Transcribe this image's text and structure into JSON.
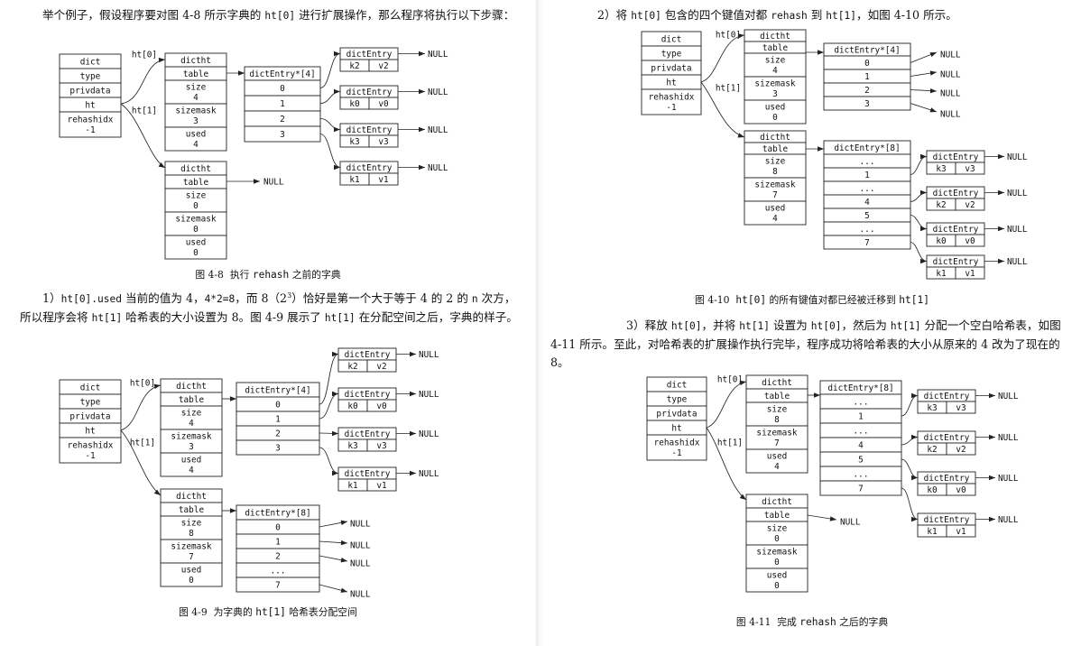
{
  "left_page": {
    "intro": {
      "t1": "举个例子，假设程序要对图 4-8 所示字典的 ",
      "c1": "ht[0]",
      "t2": " 进行扩展操作，那么程序将执行以下步骤："
    },
    "fig_4_8_caption": {
      "num": "图 4-8",
      "t1": "执行 ",
      "c1": "rehash",
      "t2": " 之前的字典"
    },
    "step1": {
      "t1": "1）",
      "c1": "ht[0].used",
      "t2": " 当前的值为 4，",
      "c2": "4*2=8",
      "t3": "，而 8（2",
      "sup": "3",
      "t4": "）恰好是第一个大于等于 4 的 2 的 ",
      "c3": "n",
      "t5": " 次方，所以程序会将 ",
      "c4": "ht[1]",
      "t6": " 哈希表的大小设置为 8。图 4-9 展示了 ",
      "c5": "ht[1]",
      "t7": " 在分配空间之后，字典的样子。"
    },
    "fig_4_9_caption": {
      "num": "图 4-9",
      "t1": "为字典的 ",
      "c1": "ht[1]",
      "t2": " 哈希表分配空间"
    }
  },
  "right_page": {
    "step2": {
      "t1": "2）将 ",
      "c1": "ht[0]",
      "t2": " 包含的四个键值对都 ",
      "c2": "rehash",
      "t3": " 到 ",
      "c3": "ht[1]",
      "t4": "，如图 4-10 所示。"
    },
    "fig_4_10_caption": {
      "num": "图 4-10",
      "c1": "ht[0]",
      "t1": " 的所有键值对都已经被迁移到 ",
      "c2": "ht[1]"
    },
    "step3": {
      "t1": "3）释放 ",
      "c1": "ht[0]",
      "t2": "，并将 ",
      "c2": "ht[1]",
      "t3": " 设置为 ",
      "c3": "ht[0]",
      "t4": "，然后为 ",
      "c4": "ht[1]",
      "t5": " 分配一个空白哈希表，如图 4-11 所示。至此，对哈希表的扩展操作执行完毕，程序成功将哈希表的大小从原来的 4 改为了现在的 8。"
    },
    "fig_4_11_caption": {
      "num": "图 4-11",
      "t1": "完成 ",
      "c1": "rehash",
      "t2": " 之后的字典"
    }
  },
  "diagrams": {
    "fig_4_8": {
      "dict": [
        "dict",
        "type",
        "privdata",
        "ht",
        "rehashidx\n-1"
      ],
      "ht_labels": [
        "ht[0]",
        "ht[1]"
      ],
      "ht0": [
        "dictht",
        "table",
        "size\n4",
        "sizemask\n3",
        "used\n4"
      ],
      "ht1": [
        "dictht",
        "table",
        "size\n0",
        "sizemask\n0",
        "used\n0"
      ],
      "ht0_table_header": "dictEntry*[4]",
      "ht0_slots": [
        "0",
        "1",
        "2",
        "3"
      ],
      "ht0_entries": [
        [
          "k2",
          "v2"
        ],
        [
          "k0",
          "v0"
        ],
        [
          "k3",
          "v3"
        ],
        [
          "k1",
          "v1"
        ]
      ],
      "ht1_table": "NULL",
      "entry_title": "dictEntry",
      "null": "NULL"
    },
    "fig_4_9": {
      "dict": [
        "dict",
        "type",
        "privdata",
        "ht",
        "rehashidx\n-1"
      ],
      "ht_labels": [
        "ht[0]",
        "ht[1]"
      ],
      "ht0": [
        "dictht",
        "table",
        "size\n4",
        "sizemask\n3",
        "used\n4"
      ],
      "ht1": [
        "dictht",
        "table",
        "size\n8",
        "sizemask\n7",
        "used\n0"
      ],
      "ht0_table_header": "dictEntry*[4]",
      "ht0_slots": [
        "0",
        "1",
        "2",
        "3"
      ],
      "ht0_entries": [
        [
          "k2",
          "v2"
        ],
        [
          "k0",
          "v0"
        ],
        [
          "k3",
          "v3"
        ],
        [
          "k1",
          "v1"
        ]
      ],
      "ht1_table_header": "dictEntry*[8]",
      "ht1_slots": [
        "0",
        "1",
        "2",
        "...",
        "7"
      ],
      "entry_title": "dictEntry",
      "null": "NULL"
    },
    "fig_4_10": {
      "dict": [
        "dict",
        "type",
        "privdata",
        "ht",
        "rehashidx\n-1"
      ],
      "ht_labels": [
        "ht[0]",
        "ht[1]"
      ],
      "ht0": [
        "dictht",
        "table",
        "size\n4",
        "sizemask\n3",
        "used\n0"
      ],
      "ht1": [
        "dictht",
        "table",
        "size\n8",
        "sizemask\n7",
        "used\n4"
      ],
      "ht0_table_header": "dictEntry*[4]",
      "ht0_slots": [
        "0",
        "1",
        "2",
        "3"
      ],
      "ht1_table_header": "dictEntry*[8]",
      "ht1_slots": [
        "...",
        "1",
        "...",
        "4",
        "5",
        "...",
        "7"
      ],
      "ht1_entries": [
        [
          "k3",
          "v3"
        ],
        [
          "k2",
          "v2"
        ],
        [
          "k0",
          "v0"
        ],
        [
          "k1",
          "v1"
        ]
      ],
      "entry_title": "dictEntry",
      "null": "NULL"
    },
    "fig_4_11": {
      "dict": [
        "dict",
        "type",
        "privdata",
        "ht",
        "rehashidx\n-1"
      ],
      "ht_labels": [
        "ht[0]",
        "ht[1]"
      ],
      "ht0": [
        "dictht",
        "table",
        "size\n8",
        "sizemask\n7",
        "used\n4"
      ],
      "ht1": [
        "dictht",
        "table",
        "size\n0",
        "sizemask\n0",
        "used\n0"
      ],
      "ht0_table_header": "dictEntry*[8]",
      "ht0_slots": [
        "...",
        "1",
        "...",
        "4",
        "5",
        "...",
        "7"
      ],
      "ht0_entries": [
        [
          "k3",
          "v3"
        ],
        [
          "k2",
          "v2"
        ],
        [
          "k0",
          "v0"
        ],
        [
          "k1",
          "v1"
        ]
      ],
      "ht1_table": "NULL",
      "entry_title": "dictEntry",
      "null": "NULL"
    }
  }
}
